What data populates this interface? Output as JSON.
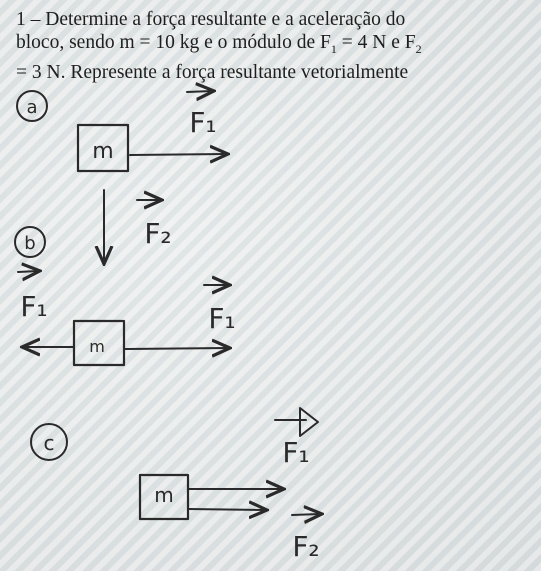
{
  "problem": {
    "line1": "1 – Determine a força resultante e a aceleração do",
    "line2_a": "bloco, sendo m = 10 kg e o módulo de F",
    "line2_sub1": "1",
    "line2_b": " = 4 N e F",
    "line2_sub2": "2",
    "line3": "= 3 N. Represente a força resultante vetorialmente"
  },
  "sketch": {
    "label_a": "a",
    "label_b": "b",
    "label_c": "c",
    "block_a": "m",
    "block_b": "m",
    "block_c": "m",
    "force_a_f1": "F₁",
    "force_a_f2": "F₂",
    "force_b_f1_left": "F₁",
    "force_b_f1_right": "F₁",
    "force_c_f1": "F₁",
    "force_c_f2": "F₂"
  }
}
